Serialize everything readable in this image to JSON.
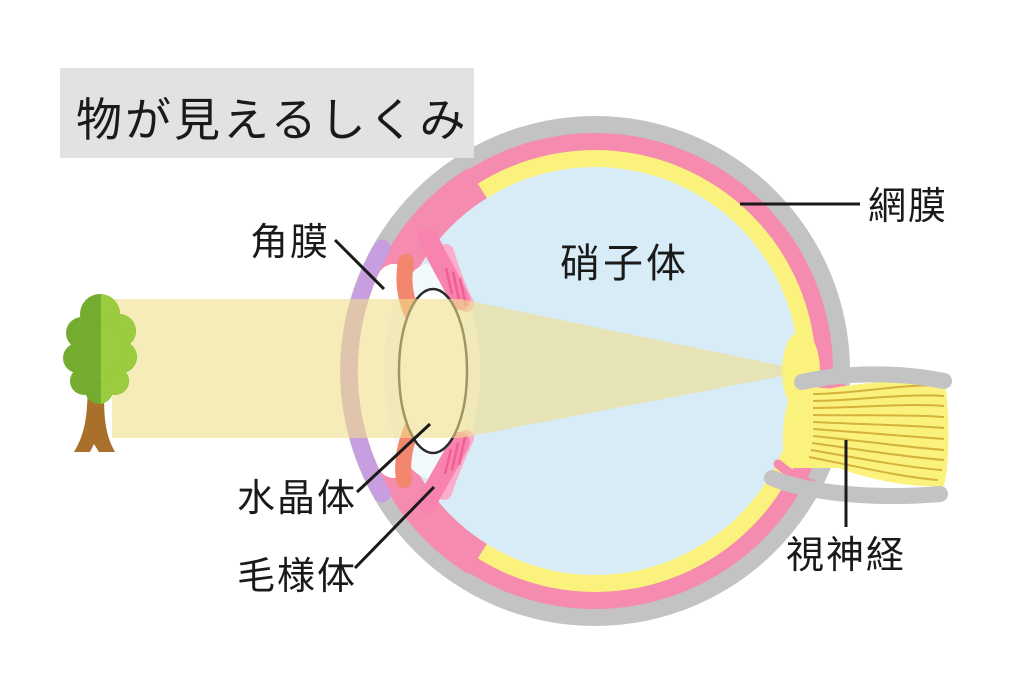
{
  "title": "物が見えるしくみ",
  "labels": {
    "cornea": "角膜",
    "vitreous_body": "硝子体",
    "retina": "網膜",
    "lens": "水晶体",
    "ciliary_body": "毛様体",
    "optic_nerve": "視神経"
  },
  "diagram": {
    "type": "eye-cross-section-educational",
    "parts": [
      {
        "name": "tree",
        "role": "viewed-object"
      },
      {
        "name": "light-beam",
        "role": "light-rays-converging-on-retina"
      },
      {
        "name": "sclera",
        "color": "#C3C3C3"
      },
      {
        "name": "choroid",
        "color": "#F58BAE"
      },
      {
        "name": "retina",
        "color": "#FBF27E"
      },
      {
        "name": "vitreous-body",
        "color": "#D8ECF8"
      },
      {
        "name": "cornea",
        "color": "#C79EDF"
      },
      {
        "name": "iris",
        "color": "#F2876D"
      },
      {
        "name": "ciliary-body",
        "color": "#F883AE"
      },
      {
        "name": "lens",
        "color": "#FFFFFF"
      },
      {
        "name": "optic-nerve",
        "color": "#FBF27E",
        "stripe_color": "#D4B23B"
      }
    ]
  },
  "colors": {
    "background": "#FFFFFF",
    "title_box_bg": "#E2E2E2",
    "label_text": "#1A1A1A",
    "leader_line": "#1A1A1A",
    "beam": "#F0E08A",
    "tree_leaf_dark": "#74AC2F",
    "tree_leaf_light": "#9BCB3E",
    "tree_trunk": "#A9702B",
    "lens_outline": "#2A2A2A"
  }
}
